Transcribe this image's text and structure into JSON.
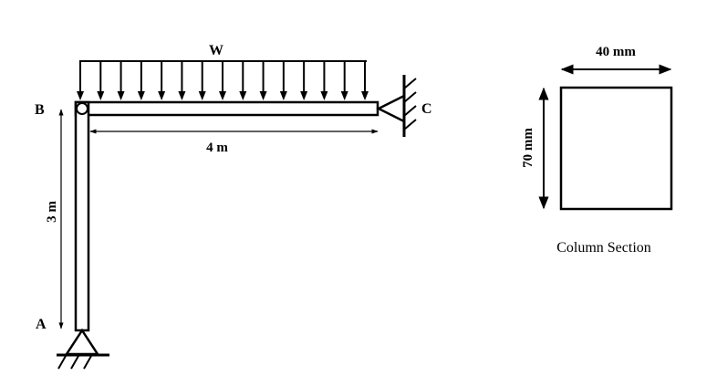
{
  "frame": {
    "load_label": "W",
    "joint_labels": {
      "a": "A",
      "b": "B",
      "c": "C"
    },
    "beam_span": "4 m",
    "column_height": "3 m",
    "load_arrow_count": 15
  },
  "section": {
    "width_label": "40 mm",
    "height_label": "70 mm",
    "caption": "Column Section"
  }
}
